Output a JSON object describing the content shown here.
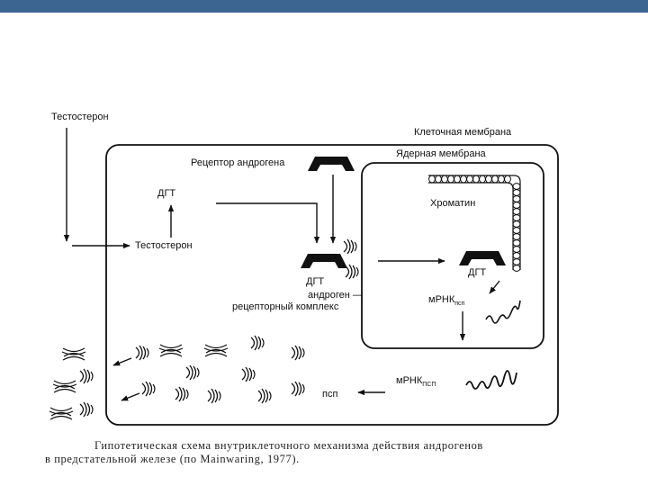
{
  "labels": {
    "testosterone_top": "Тестостерон",
    "cell_membrane": "Клеточная мембрана",
    "nuclear_membrane": "Ядерная мембрана",
    "androgen_receptor": "Рецептор андрогена",
    "dht_left": "ДГТ",
    "testosterone_inner": "Тестостерон",
    "chromatin": "Хроматин",
    "dht_complex": "ДГТ",
    "complex_line1": "андроген —",
    "complex_line2": "рецепторный комплекс",
    "dht_nucleus": "ДГТ",
    "mrna_nucleus": "мРНК",
    "mrna_nucleus_sub": "псп",
    "mrna_cyto": "мРНК",
    "mrna_cyto_sub": "ПСП",
    "psp": "псп"
  },
  "caption": {
    "line1": "Гипотетическая схема внутриклеточного механизма действия андрогенов",
    "line2": "в предстательной железе (по Mainwaring, 1977)."
  },
  "colors": {
    "header_bar": "#3d6592",
    "ink": "#111111"
  }
}
